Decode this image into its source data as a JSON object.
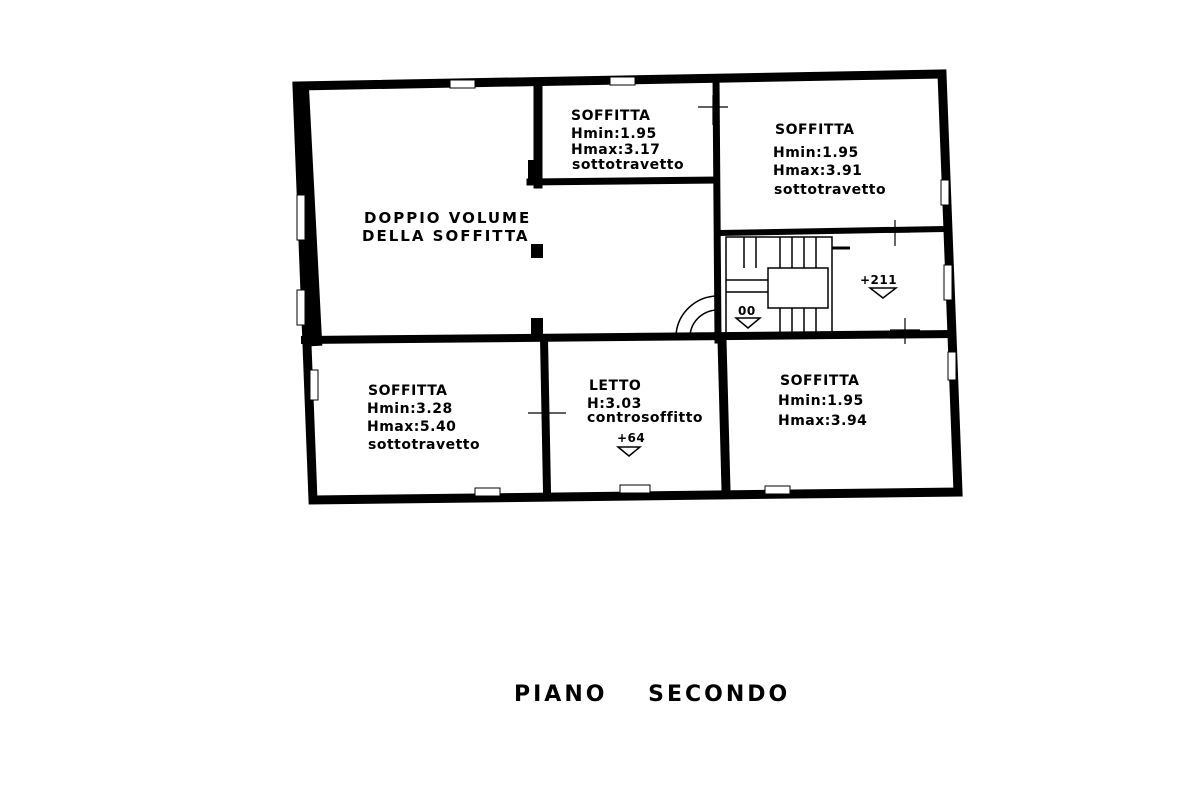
{
  "plan_title": "PIANO SECONDO",
  "rooms": [
    {
      "name": "DOPPIO VOLUME",
      "line2": "DELLA SOFFITTA"
    },
    {
      "name": "SOFFITTA",
      "hmin": "Hmin:1.95",
      "hmax": "Hmax:3.17",
      "note": "sottotravetto"
    },
    {
      "name": "SOFFITTA",
      "hmin": "Hmin:1.95",
      "hmax": "Hmax:3.91",
      "note": "sottotravetto"
    },
    {
      "name": "SOFFITTA",
      "hmin": "Hmin:3.28",
      "hmax": "Hmax:5.40",
      "note": "sottotravetto"
    },
    {
      "name": "LETTO",
      "h": "H:3.03",
      "note": "controsoffitto",
      "level": "+64"
    },
    {
      "name": "SOFFITTA",
      "hmin": "Hmin:1.95",
      "hmax": "Hmax:3.94"
    }
  ],
  "levels": {
    "stair_landing": "+211",
    "stair_bottom": "00"
  }
}
